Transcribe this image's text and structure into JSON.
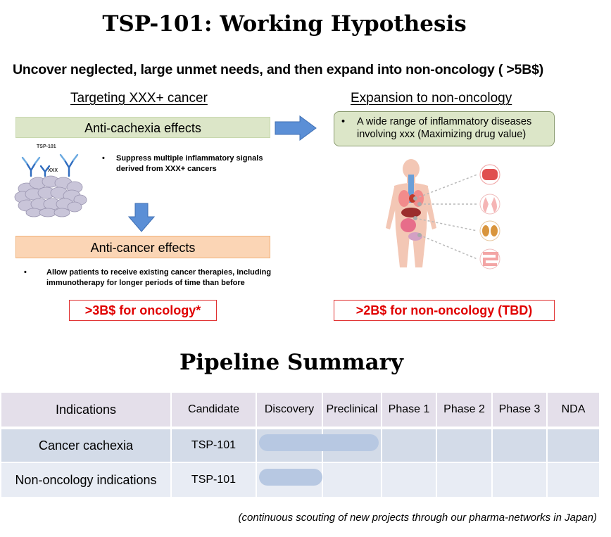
{
  "header": {
    "title": "TSP-101: Working Hypothesis",
    "subtitle": "Uncover neglected, large unmet needs, and then expand into non-oncology ( >5B$)"
  },
  "left": {
    "heading": "Targeting XXX+ cancer",
    "anti_cachexia": "Anti-cachexia effects",
    "bullet_1": "Suppress multiple inflammatory signals derived from XXX+ cancers",
    "illustration": {
      "drug_label": "TSP-101",
      "target_label": "XXX"
    },
    "anti_cancer": "Anti-cancer effects",
    "bullet_2": "Allow patients to receive existing cancer therapies, including immunotherapy for longer periods of time than before",
    "market": ">3B$ for oncology*"
  },
  "right": {
    "heading": "Expansion to non-oncology",
    "box_text": "A wide range of inflammatory diseases involving xxx (Maximizing drug value)",
    "market": ">2B$ for non-oncology (TBD)"
  },
  "pipeline": {
    "title": "Pipeline Summary",
    "columns": [
      "Indications",
      "Candidate",
      "Discovery",
      "Preclinical",
      "Phase 1",
      "Phase 2",
      "Phase 3",
      "NDA"
    ],
    "rows": [
      {
        "indication": "Cancer cachexia",
        "candidate": "TSP-101",
        "stage": "Preclinical"
      },
      {
        "indication": "Non-oncology indications",
        "candidate": "TSP-101",
        "stage": "Discovery"
      }
    ],
    "footnote": "(continuous scouting of new projects through our pharma-networks in Japan)"
  },
  "colors": {
    "green_fill": "#dce6c8",
    "orange_fill": "#fbd5b5",
    "red_text": "#e00000",
    "arrow_blue": "#5b8fd6",
    "progress_bar": "#b7c8e2"
  }
}
